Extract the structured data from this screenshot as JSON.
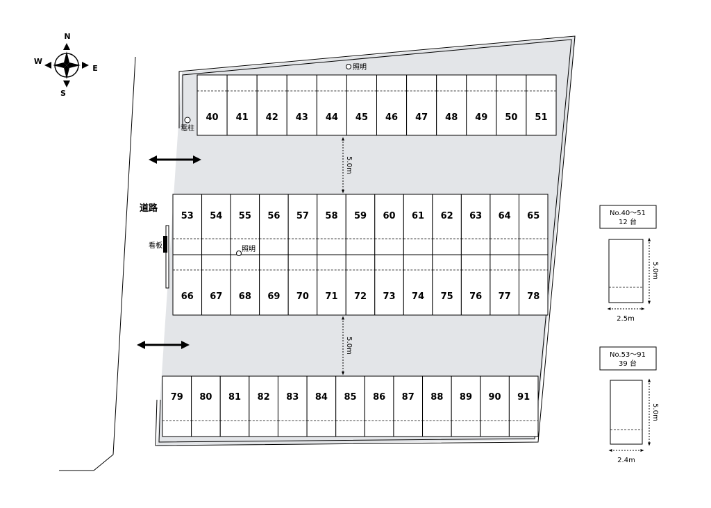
{
  "compass": {
    "n": "N",
    "e": "E",
    "s": "S",
    "w": "W"
  },
  "labels": {
    "road": "道路",
    "signboard": "看板",
    "utility_pole": "電柱",
    "lighting_top": "照明",
    "lighting_mid": "照明",
    "gap_top": "5.0m",
    "gap_bottom": "5.0m"
  },
  "rows": {
    "row1": [
      "40",
      "41",
      "42",
      "43",
      "44",
      "45",
      "46",
      "47",
      "48",
      "49",
      "50",
      "51"
    ],
    "row2": [
      "53",
      "54",
      "55",
      "56",
      "57",
      "58",
      "59",
      "60",
      "61",
      "62",
      "63",
      "64",
      "65"
    ],
    "row3": [
      "66",
      "67",
      "68",
      "69",
      "70",
      "71",
      "72",
      "73",
      "74",
      "75",
      "76",
      "77",
      "78"
    ],
    "row4": [
      "79",
      "80",
      "81",
      "82",
      "83",
      "84",
      "85",
      "86",
      "87",
      "88",
      "89",
      "90",
      "91"
    ]
  },
  "legend": [
    {
      "range": "No.40～51",
      "count": "12 台",
      "length": "5.0m",
      "width": "2.5m"
    },
    {
      "range": "No.53～91",
      "count": "39 台",
      "length": "5.0m",
      "width": "2.4m"
    }
  ]
}
